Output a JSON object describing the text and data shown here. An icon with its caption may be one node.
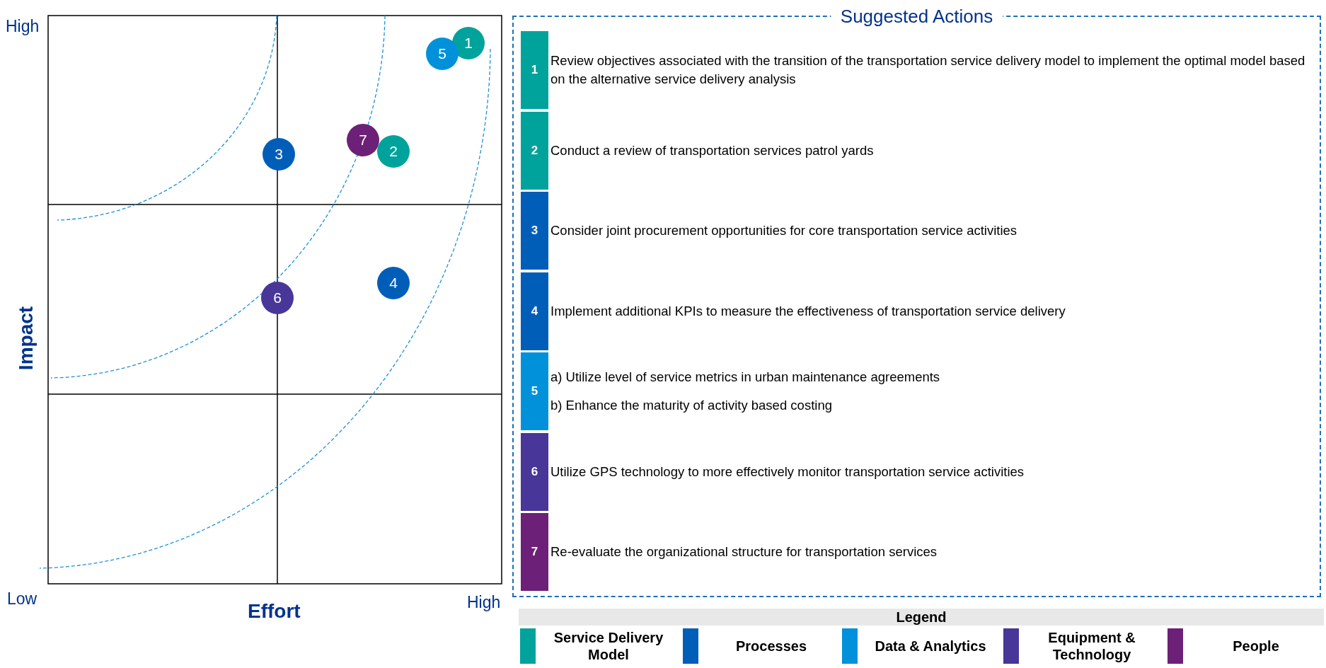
{
  "diagram": {
    "nodes": [
      {
        "text": [
          "1"
        ]
      },
      {
        "text": [
          "5"
        ]
      },
      {
        "text": [
          "7"
        ]
      },
      {
        "text": [
          "2"
        ]
      },
      {
        "text": [
          "3"
        ]
      },
      {
        "text": [
          "4"
        ]
      },
      {
        "text": [
          "6"
        ]
      },
      {
        "text": [
          "Suggested Actions"
        ]
      },
      {
        "text": [
          "1"
        ],
        "in": 7,
        "beside": [
          "Review objectives associated with the transition of the transportation service delivery model to implement the optimal model based on the alternative service delivery analysis"
        ]
      },
      {
        "text": [
          "2"
        ],
        "in": 7,
        "beside": [
          "Conduct a review of transportation services patrol yards"
        ]
      },
      {
        "text": [
          "3"
        ],
        "in": 7,
        "beside": [
          "Consider joint procurement opportunities for core transportation service activities"
        ]
      },
      {
        "text": [
          "4"
        ],
        "in": 7,
        "beside": [
          "Implement additional KPIs to measure the effectiveness of transportation service delivery"
        ]
      },
      {
        "text": [
          "5"
        ],
        "in": 7,
        "beside": [
          "a) Utilize level of service metrics in urban maintenance agreements",
          "b) Enhance the maturity of activity based costing"
        ]
      },
      {
        "text": [
          "6"
        ],
        "in": 7,
        "beside": [
          "Utilize GPS technology to more effectively monitor transportation service activities"
        ]
      },
      {
        "text": [
          "7"
        ],
        "in": 7,
        "beside": [
          "Re-evaluate the organizational structure for transportation services"
        ]
      }
    ],
    "edges": [],
    "labels": [
      "High",
      "Impact",
      "Low",
      "Effort",
      "High",
      "Legend"
    ],
    "legend": [
      {
        "text": "Service Delivery Model",
        "color": "#00a39b"
      },
      {
        "text": "Processes",
        "color": "#005eb8"
      },
      {
        "text": "Data & Analytics",
        "color": "#0091da"
      },
      {
        "text": "Equipment & Technology",
        "color": "#483698"
      },
      {
        "text": "People",
        "color": "#6d2077"
      }
    ]
  }
}
